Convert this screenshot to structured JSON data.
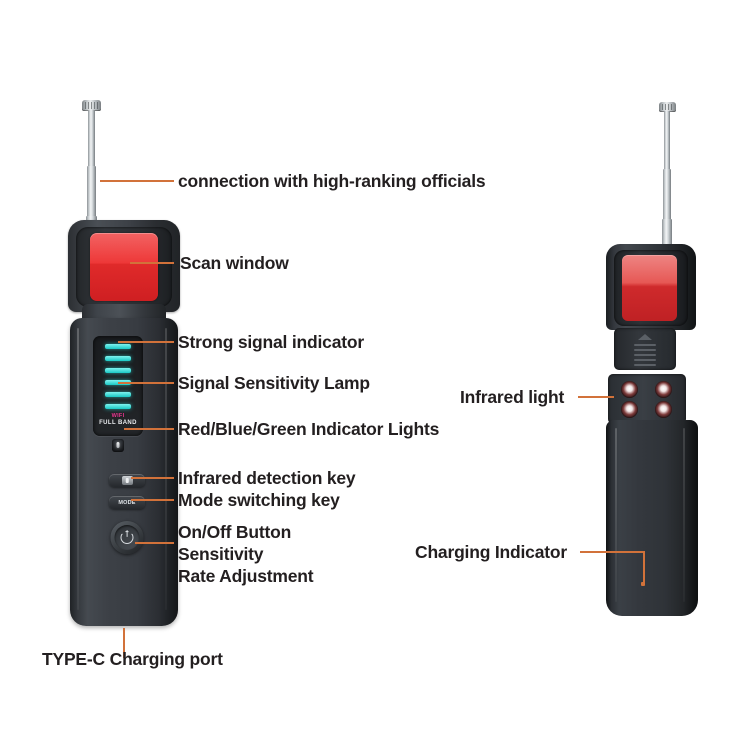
{
  "page": {
    "background": "#ffffff",
    "text_color": "#231f20",
    "leader_color": "#d2723a"
  },
  "labels": [
    {
      "id": "antenna",
      "text": "connection with high-ranking officials"
    },
    {
      "id": "scan-window",
      "text": "Scan window"
    },
    {
      "id": "strong-signal",
      "text": "Strong signal indicator"
    },
    {
      "id": "sensitivity-lamp",
      "text": "Signal Sensitivity Lamp"
    },
    {
      "id": "rgb-lights",
      "text": "Red/Blue/Green Indicator Lights"
    },
    {
      "id": "infrared-key",
      "text": "Infrared detection key"
    },
    {
      "id": "mode-key",
      "text": "Mode switching key"
    },
    {
      "id": "power-button",
      "text": "On/Off Button\nSensitivity\nRate Adjustment"
    },
    {
      "id": "type-c-port",
      "text": "TYPE-C Charging port"
    },
    {
      "id": "infrared-light",
      "text": "Infrared light"
    },
    {
      "id": "charging-indicator",
      "text": "Charging Indicator"
    }
  ],
  "device_front": {
    "name": "RF signal detector - front view",
    "antenna": {
      "segments": 4,
      "tip": "ribbed-knob"
    },
    "scan_window": {
      "color": "#e02a2a"
    },
    "led_strip": {
      "bar_count": 6,
      "bar_color": "#28dcd7",
      "wifi_label": "WIFI",
      "wifi_label_color": "#e8358f",
      "band_label": "FULL BAND",
      "band_label_color": "#e9ecef"
    },
    "keys": {
      "infrared_label": "",
      "mode_label": "MODE",
      "power_label": ""
    }
  },
  "device_back": {
    "name": "RF signal detector - back view",
    "scan_window": {
      "color": "#cf2a2c"
    },
    "grille": {
      "lines": 5,
      "arrow": "up-triangle"
    },
    "infrared_leds": {
      "count": 4,
      "arrangement": "2x2"
    },
    "charging_indicator": {
      "visible": true
    }
  }
}
